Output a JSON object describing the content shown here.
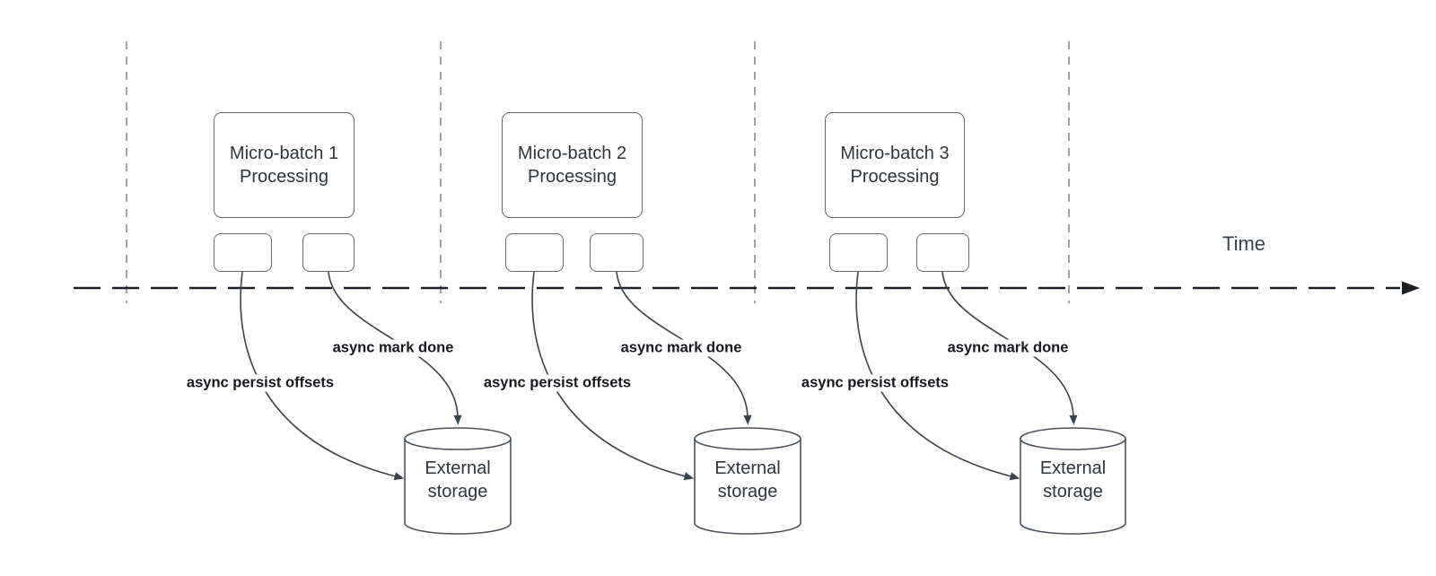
{
  "palette": {
    "background": "#ffffff",
    "boundary_line_color": "#a3a3a3",
    "timeline_color": "#1d2025",
    "edge_color": "#3c424c",
    "edge_label_color": "#17191d",
    "shape_border": "#66696e",
    "cylinder_border": "#4b515b",
    "node_text": "#2f353c",
    "axis_label_color": "#3d434e"
  },
  "time_axis": {
    "label": "Time"
  },
  "sections": [
    {
      "id": "micro-batch-1",
      "processing_title_line1": "Micro-batch 1",
      "processing_title_line2": "Processing",
      "edges": {
        "persist_offsets": "async persist offsets",
        "mark_done": "async mark done"
      },
      "storage": {
        "line1": "External",
        "line2": "storage"
      }
    },
    {
      "id": "micro-batch-2",
      "processing_title_line1": "Micro-batch 2",
      "processing_title_line2": "Processing",
      "edges": {
        "persist_offsets": "async persist offsets",
        "mark_done": "async mark done"
      },
      "storage": {
        "line1": "External",
        "line2": "storage"
      }
    },
    {
      "id": "micro-batch-3",
      "processing_title_line1": "Micro-batch 3",
      "processing_title_line2": "Processing",
      "edges": {
        "persist_offsets": "async persist offsets",
        "mark_done": "async mark done"
      },
      "storage": {
        "line1": "External",
        "line2": "storage"
      }
    }
  ]
}
